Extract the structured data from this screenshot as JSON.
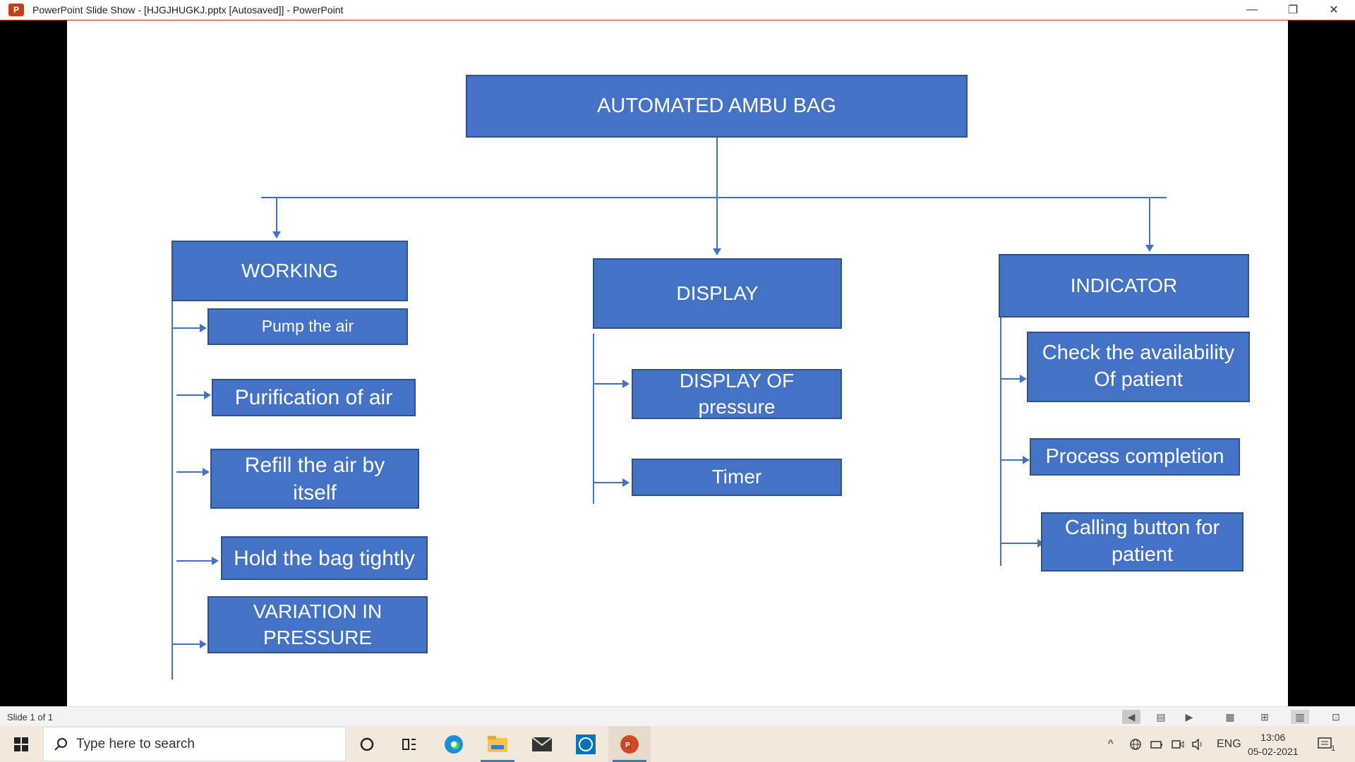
{
  "window": {
    "title": "PowerPoint Slide Show - [HJGJHUGKJ.pptx [Autosaved]] - PowerPoint",
    "app_icon_letter": "P",
    "controls": {
      "minimize": "—",
      "restore": "❐",
      "close": "✕"
    }
  },
  "slide": {
    "root": "AUTOMATED AMBU BAG",
    "columns": [
      {
        "heading": "WORKING",
        "items": [
          "Pump the air",
          "Purification of air",
          "Refill the air by itself",
          "Hold the bag tightly",
          "VARIATION IN PRESSURE"
        ]
      },
      {
        "heading": "DISPLAY",
        "items": [
          "DISPLAY OF pressure",
          "Timer"
        ]
      },
      {
        "heading": "INDICATOR",
        "items": [
          "Check the availability Of patient",
          "Process completion",
          "Calling button for patient"
        ]
      }
    ]
  },
  "statusbar": {
    "slide_counter": "Slide 1 of 1",
    "icons": [
      "previous-icon",
      "slide-menu-icon",
      "next-icon",
      "normal-view-icon",
      "slide-sorter-icon",
      "reading-view-icon",
      "slideshow-icon"
    ]
  },
  "taskbar": {
    "search_placeholder": "Type here to search",
    "apps": [
      "cortana-icon",
      "task-view-icon",
      "edge-icon",
      "file-explorer-icon",
      "mail-icon",
      "dell-icon",
      "powerpoint-icon"
    ],
    "tray": {
      "language": "ENG",
      "time": "13:06",
      "date": "05-02-2021",
      "notification_count": "1"
    }
  }
}
